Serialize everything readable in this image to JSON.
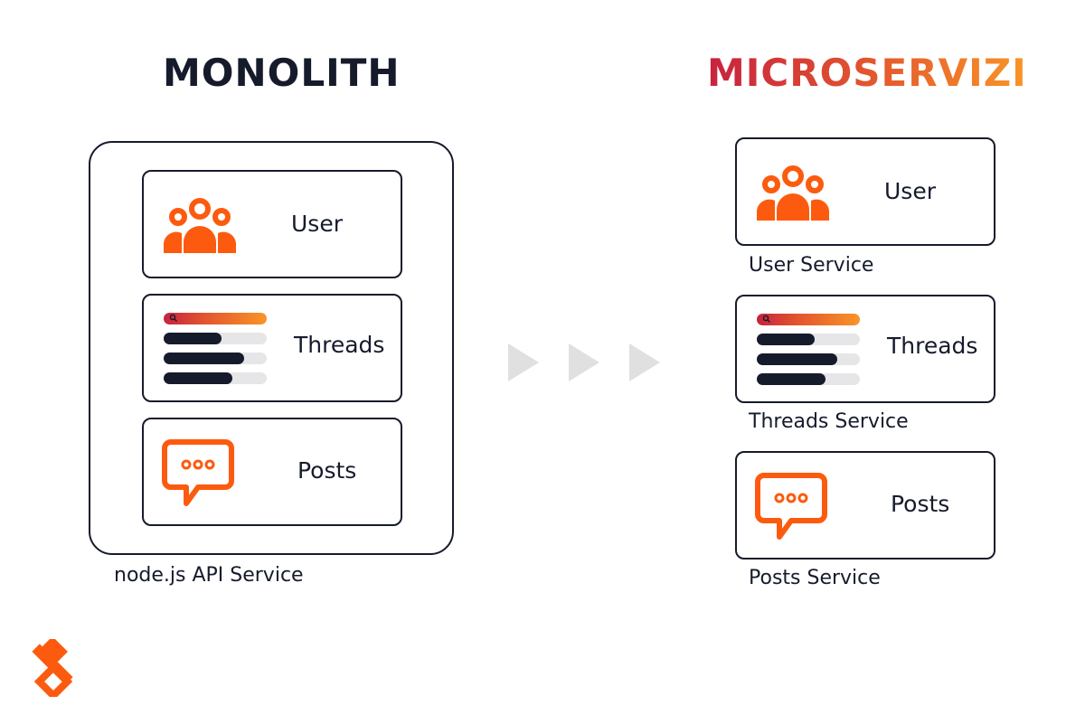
{
  "titles": {
    "monolith": "MONOLITH",
    "microservices": "MICROSERVIZI"
  },
  "monolith": {
    "cards": {
      "user": "User",
      "threads": "Threads",
      "posts": "Posts"
    },
    "caption": "node.js API Service"
  },
  "microservices": {
    "cards": {
      "user": "User",
      "threads": "Threads",
      "posts": "Posts"
    },
    "captions": {
      "user": "User Service",
      "threads": "Threads Service",
      "posts": "Posts Service"
    }
  },
  "threads_illustration": {
    "bar_fill_fractions": [
      0.56,
      0.78,
      0.67
    ]
  },
  "icons": [
    "users-group-icon",
    "threads-list-icon",
    "chat-bubble-icon",
    "arrow-right-icon",
    "brand-logo-icon"
  ],
  "colors": {
    "ink": "#161b2c",
    "accent_orange": "#fc5b0f",
    "gradient_start": "#c7223f",
    "gradient_end": "#f99527",
    "arrow_gray": "#e0e0e0",
    "track_gray": "#e6e6e9"
  }
}
